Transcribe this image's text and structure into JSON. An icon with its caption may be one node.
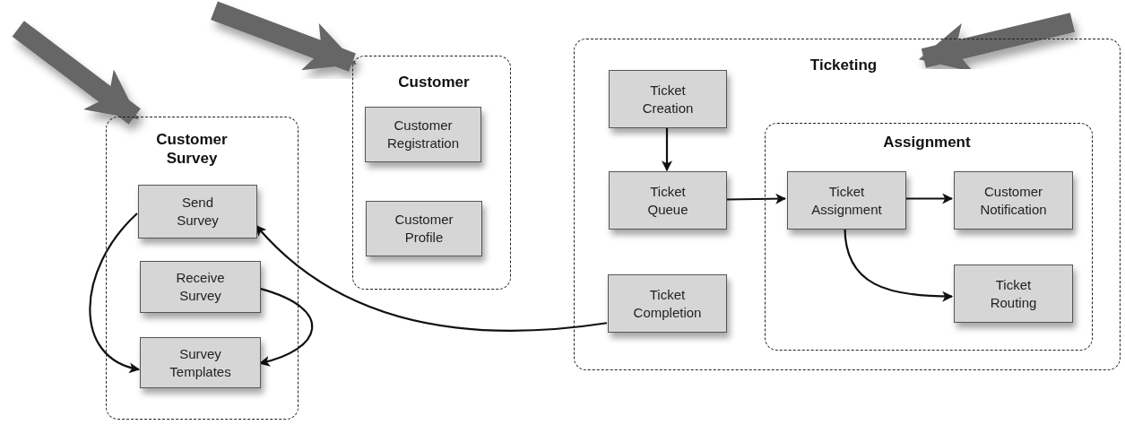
{
  "diagram": {
    "nodes": [
      {
        "text": [
          "Customer Survey"
        ]
      },
      {
        "text": [
          "Send Survey"
        ],
        "in": 0
      },
      {
        "text": [
          "Receive Survey"
        ],
        "in": 0
      },
      {
        "text": [
          "Survey Templates"
        ],
        "in": 0
      },
      {
        "text": [
          "Customer"
        ]
      },
      {
        "text": [
          "Customer Registration"
        ],
        "in": 4
      },
      {
        "text": [
          "Customer Profile"
        ],
        "in": 4
      },
      {
        "text": [
          "Ticketing"
        ]
      },
      {
        "text": [
          "Ticket Creation"
        ],
        "in": 7
      },
      {
        "text": [
          "Ticket Queue"
        ],
        "in": 7
      },
      {
        "text": [
          "Ticket Completion"
        ],
        "in": 7
      },
      {
        "text": [
          "Assignment"
        ],
        "in": 7
      },
      {
        "text": [
          "Ticket Assignment"
        ],
        "in": 11
      },
      {
        "text": [
          "Customer Notification"
        ],
        "in": 11
      },
      {
        "text": [
          "Ticket Routing"
        ],
        "in": 11
      }
    ],
    "edges": [
      {
        "from": 1,
        "to": 3,
        "arrow": "to"
      },
      {
        "from": 2,
        "to": 3,
        "arrow": "to"
      },
      {
        "from": 10,
        "to": 1,
        "arrow": "to"
      },
      {
        "from": 8,
        "to": 9,
        "arrow": "to"
      },
      {
        "from": 9,
        "to": 12,
        "arrow": "to"
      },
      {
        "from": 12,
        "to": 13,
        "arrow": "to"
      },
      {
        "from": 12,
        "to": 14,
        "arrow": "to"
      },
      {
        "from": null,
        "to": 0,
        "arrow": "to",
        "style": "thick",
        "color": "#666666"
      },
      {
        "from": null,
        "to": 4,
        "arrow": "to",
        "style": "thick",
        "color": "#666666"
      },
      {
        "from": null,
        "to": 7,
        "arrow": "to",
        "style": "thick",
        "color": "#666666"
      }
    ]
  }
}
